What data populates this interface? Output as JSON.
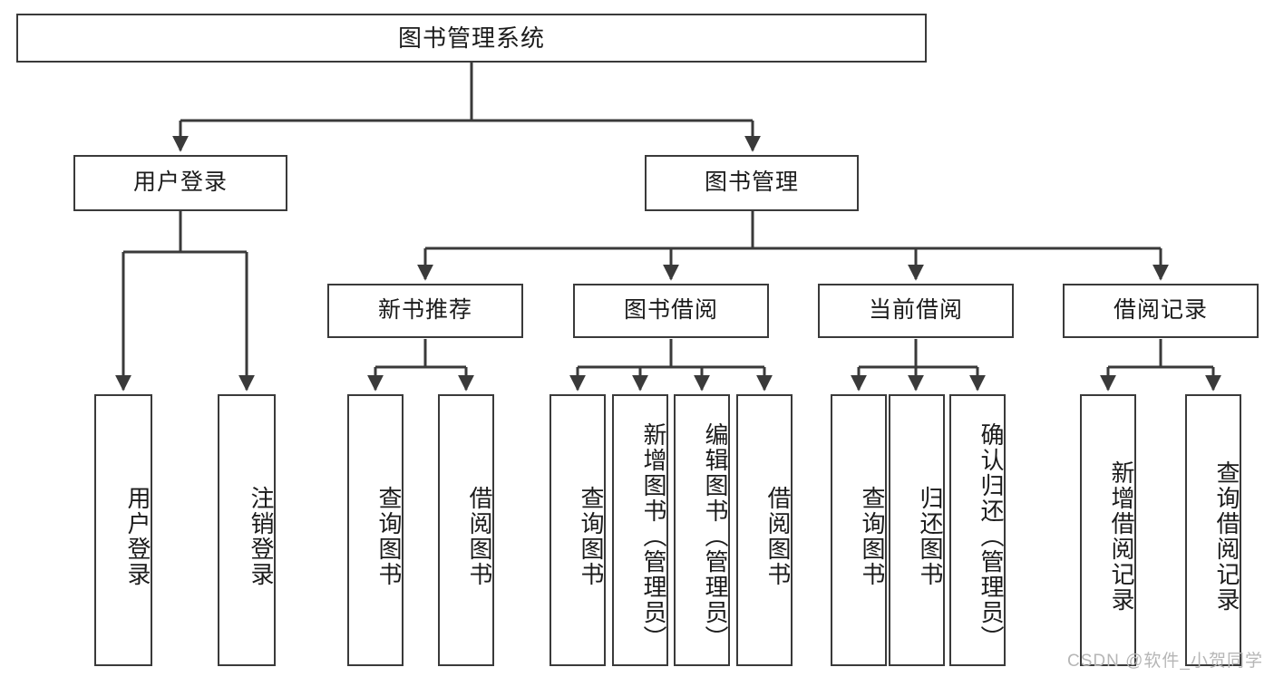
{
  "diagram": {
    "title": "图书管理系统",
    "root": {
      "label": "图书管理系统"
    },
    "level2": [
      {
        "label": "用户登录"
      },
      {
        "label": "图书管理"
      }
    ],
    "level3": [
      {
        "label": "新书推荐"
      },
      {
        "label": "图书借阅"
      },
      {
        "label": "当前借阅"
      },
      {
        "label": "借阅记录"
      }
    ],
    "leaves_user_login": [
      {
        "label": "用户登录"
      },
      {
        "label": "注销登录"
      }
    ],
    "leaves_new_books": [
      {
        "label": "查询图书"
      },
      {
        "label": "借阅图书"
      }
    ],
    "leaves_borrow": [
      {
        "label": "查询图书"
      },
      {
        "label": "新增图书（管理员）"
      },
      {
        "label": "编辑图书（管理员）"
      },
      {
        "label": "借阅图书"
      }
    ],
    "leaves_current": [
      {
        "label": "查询图书"
      },
      {
        "label": "归还图书"
      },
      {
        "label": "确认归还（管理员）"
      }
    ],
    "leaves_records": [
      {
        "label": "新增借阅记录"
      },
      {
        "label": "查询借阅记录"
      }
    ]
  },
  "watermark": {
    "text": "CSDN @软件_小贺同学"
  },
  "colors": {
    "stroke": "#3a3a3a",
    "box_fill": "#ffffff",
    "text": "#1b1b1b",
    "watermark": "#b6b6b6"
  }
}
